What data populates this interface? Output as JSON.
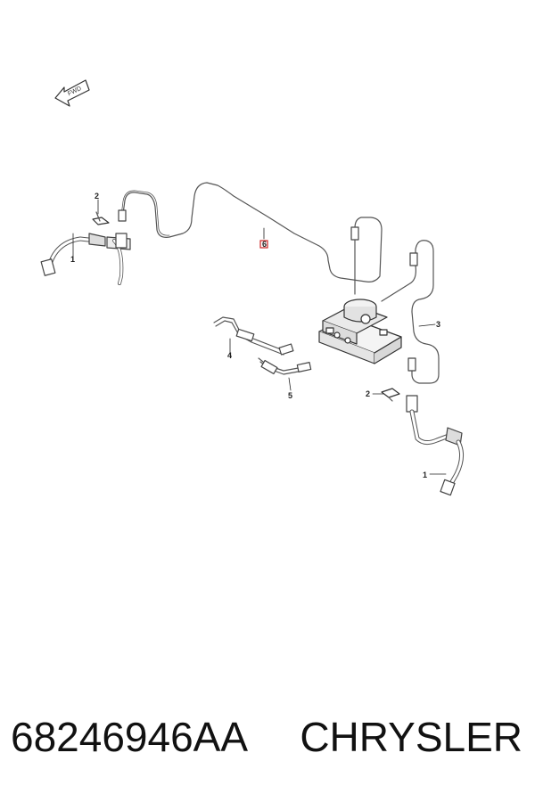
{
  "diagram": {
    "fwd_label": "FWD",
    "callouts": {
      "hose_left": "1",
      "clip_left": "2",
      "brake_line_left": "6",
      "brake_line_right": "3",
      "line_4": "4",
      "line_5": "5",
      "clip_right": "2",
      "hose_right": "1"
    }
  },
  "footer": {
    "part_number": "68246946AA",
    "brand": "CHRYSLER"
  },
  "colors": {
    "line": "#555555",
    "highlight": "#cc2222"
  }
}
